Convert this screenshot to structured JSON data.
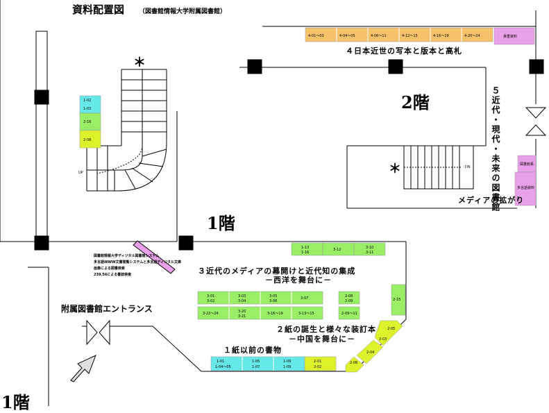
{
  "header": {
    "title": "資料配置図",
    "subtitle": "（図書館情報大学附属図書館）"
  },
  "floors": {
    "first": "1階",
    "second": "2階"
  },
  "sections": {
    "s1": "１紙以前の書物",
    "s2_line1": "２紙の誕生と様々な装訂本",
    "s2_line2": "－中国を舞台に－",
    "s3_line1": "３近代のメディアの幕開けと近代知の集成",
    "s3_line2": "－西洋を舞台に－",
    "s4": "４日本近世の写本と版本と高札",
    "s5": "５近代・現代・未来の図書館",
    "s5_tail": "メディアの拡がり"
  },
  "entrance": "附属図書館エントランス",
  "stair_labels": {
    "up": "UP",
    "dn": "DN",
    "star": "＊"
  },
  "info_notes": [
    "図書館情報大学ディジタル図書館システム",
    "多言語WWW文書閲覧システムと多言語ディジタル文庫",
    "画像による図書検索",
    "239.56による書誌検索"
  ],
  "shelf_labels": {
    "r401": "4-01～03",
    "r404": "4-04～05",
    "r406": "4-06～11",
    "r412": "4-12～15",
    "r416": "4-16～19",
    "r420": "4-20～24",
    "r_pink_top": "貴重資料",
    "r_pink_a": "図書館系",
    "r_pink_b": "多言語資料",
    "l102": "1-02",
    "l103": "1-03",
    "l216": "2-16",
    "l208": "2-08",
    "t113": "1-13",
    "t116": "1-16",
    "t312": "3-12",
    "t310": "3-10",
    "t311": "3-11",
    "m301": "3-01",
    "m302": "3-02",
    "m303": "3-03",
    "m304": "3-04",
    "m305": "3-05",
    "m306": "3-06",
    "m307": "3-07",
    "m322": "3-22～24",
    "m320": "3-20",
    "m321": "3-21",
    "m316": "3-16～19",
    "m313": "3-13～15",
    "m208": "2-08",
    "m209": "2-09",
    "m2091": "2-09～11",
    "m215": "2-15",
    "d205": "2-05",
    "d203": "2-03",
    "d204": "2-04",
    "d206": "2-06",
    "b101": "1-01",
    "b104": "1-04～05",
    "b105": "1-05",
    "b107": "1-07",
    "b109": "1-09",
    "b1091": "1-09",
    "b201": "2-01",
    "b202": "2-02"
  },
  "colors": {
    "orange": "#f5c26b",
    "pink": "#e8a0e8",
    "cyan": "#66e8e8",
    "green": "#99ee66",
    "yellow": "#ddf22a"
  }
}
